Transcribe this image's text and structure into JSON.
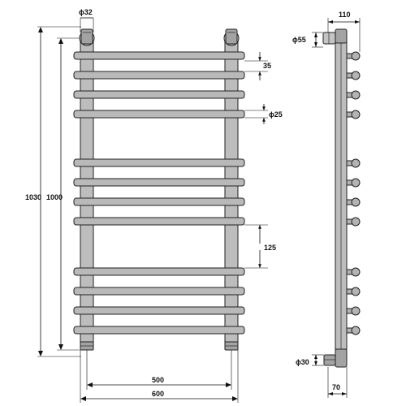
{
  "diagram": {
    "front_view": {
      "labels": {
        "pipe_diameter": "ϕ32",
        "rung_height": "35",
        "rung_diameter": "ϕ25",
        "rung_gap": "125",
        "total_height": "1030",
        "axis_height": "1000",
        "axis_width": "500",
        "total_width": "600"
      },
      "rung_groups": [
        4,
        4,
        4
      ]
    },
    "side_view": {
      "labels": {
        "depth": "110",
        "wall_mount_diameter": "ϕ55",
        "connection_diameter": "ϕ30",
        "wall_offset": "70"
      }
    }
  }
}
